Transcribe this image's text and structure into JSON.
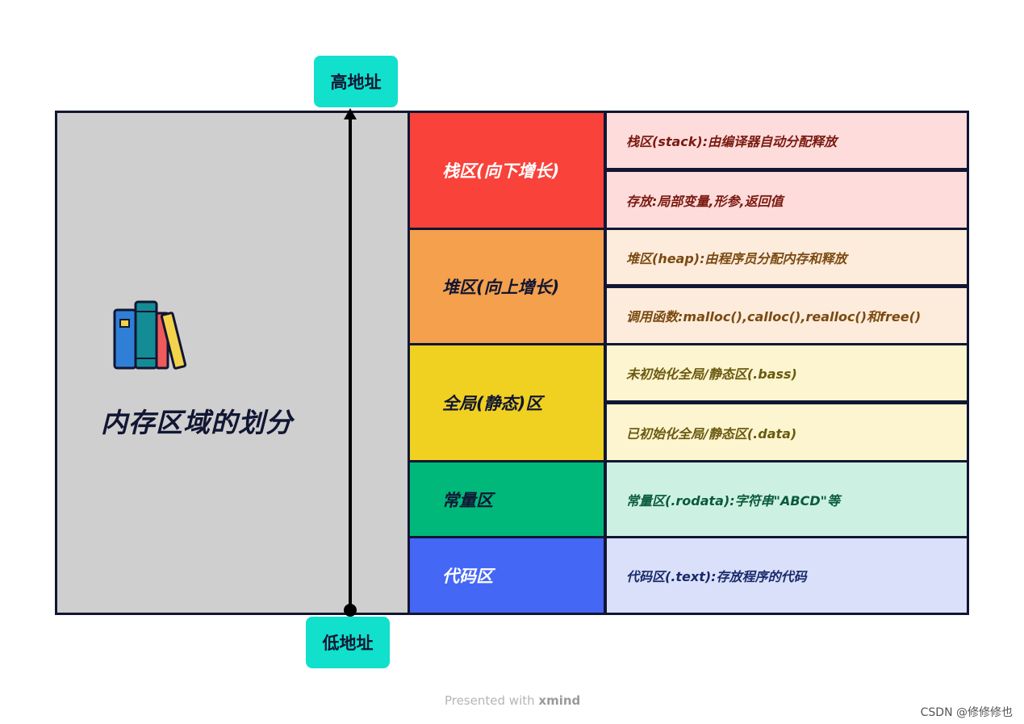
{
  "diagram": {
    "title": "内存区域的划分",
    "high_address": "高地址",
    "low_address": "低地址",
    "book_icon": "books-icon"
  },
  "regions": [
    {
      "name": "栈区(向下增长)",
      "bg": "#f9423a",
      "fg": "#ffffff",
      "detail_bg": "#ffdcdc",
      "detail_fg": "#7a1a10",
      "details": [
        "栈区(stack):由编译器自动分配释放",
        "存放:局部变量,形参,返回值"
      ]
    },
    {
      "name": "堆区(向上增长)",
      "bg": "#f4a04c",
      "fg": "#111633",
      "detail_bg": "#fdebdc",
      "detail_fg": "#7a4a10",
      "details": [
        "堆区(heap):由程序员分配内存和释放",
        "调用函数:malloc(),calloc(),realloc()和free()"
      ]
    },
    {
      "name": "全局(静态)区",
      "bg": "#f0d020",
      "fg": "#111633",
      "detail_bg": "#fdf5d0",
      "detail_fg": "#6a5a10",
      "details": [
        "未初始化全局/静态区(.bass)",
        "已初始化全局/静态区(.data)"
      ]
    },
    {
      "name": "常量区",
      "bg": "#00b87a",
      "fg": "#111633",
      "detail_bg": "#ccf1e2",
      "detail_fg": "#0a5a3c",
      "details": [
        "常量区(.rodata):字符串\"ABCD\"等"
      ]
    },
    {
      "name": "代码区",
      "bg": "#4467f5",
      "fg": "#ffffff",
      "detail_bg": "#dae0fa",
      "detail_fg": "#1a2a6a",
      "details": [
        "代码区(.text):存放程序的代码"
      ]
    }
  ],
  "footer": {
    "presented": "Presented with",
    "brand": "xmind"
  },
  "watermark": "CSDN @修修修也"
}
